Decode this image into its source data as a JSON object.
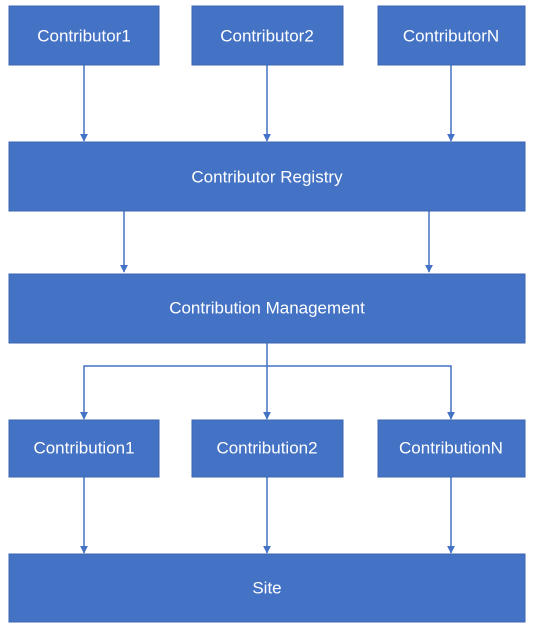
{
  "diagram": {
    "colors": {
      "node_fill": "#4472c4",
      "node_text": "#ffffff",
      "edge": "#4472c4",
      "background": "#ffffff"
    },
    "nodes": {
      "contributor1": "Contributor1",
      "contributor2": "Contributor2",
      "contributorN": "ContributorN",
      "registry": "Contributor Registry",
      "management": "Contribution Management",
      "contribution1": "Contribution1",
      "contribution2": "Contribution2",
      "contributionN": "ContributionN",
      "site": "Site"
    },
    "edges": [
      [
        "contributor1",
        "registry"
      ],
      [
        "contributor2",
        "registry"
      ],
      [
        "contributorN",
        "registry"
      ],
      [
        "registry",
        "management"
      ],
      [
        "registry",
        "management"
      ],
      [
        "management",
        "contribution1"
      ],
      [
        "management",
        "contribution2"
      ],
      [
        "management",
        "contributionN"
      ],
      [
        "contribution1",
        "site"
      ],
      [
        "contribution2",
        "site"
      ],
      [
        "contributionN",
        "site"
      ]
    ]
  }
}
